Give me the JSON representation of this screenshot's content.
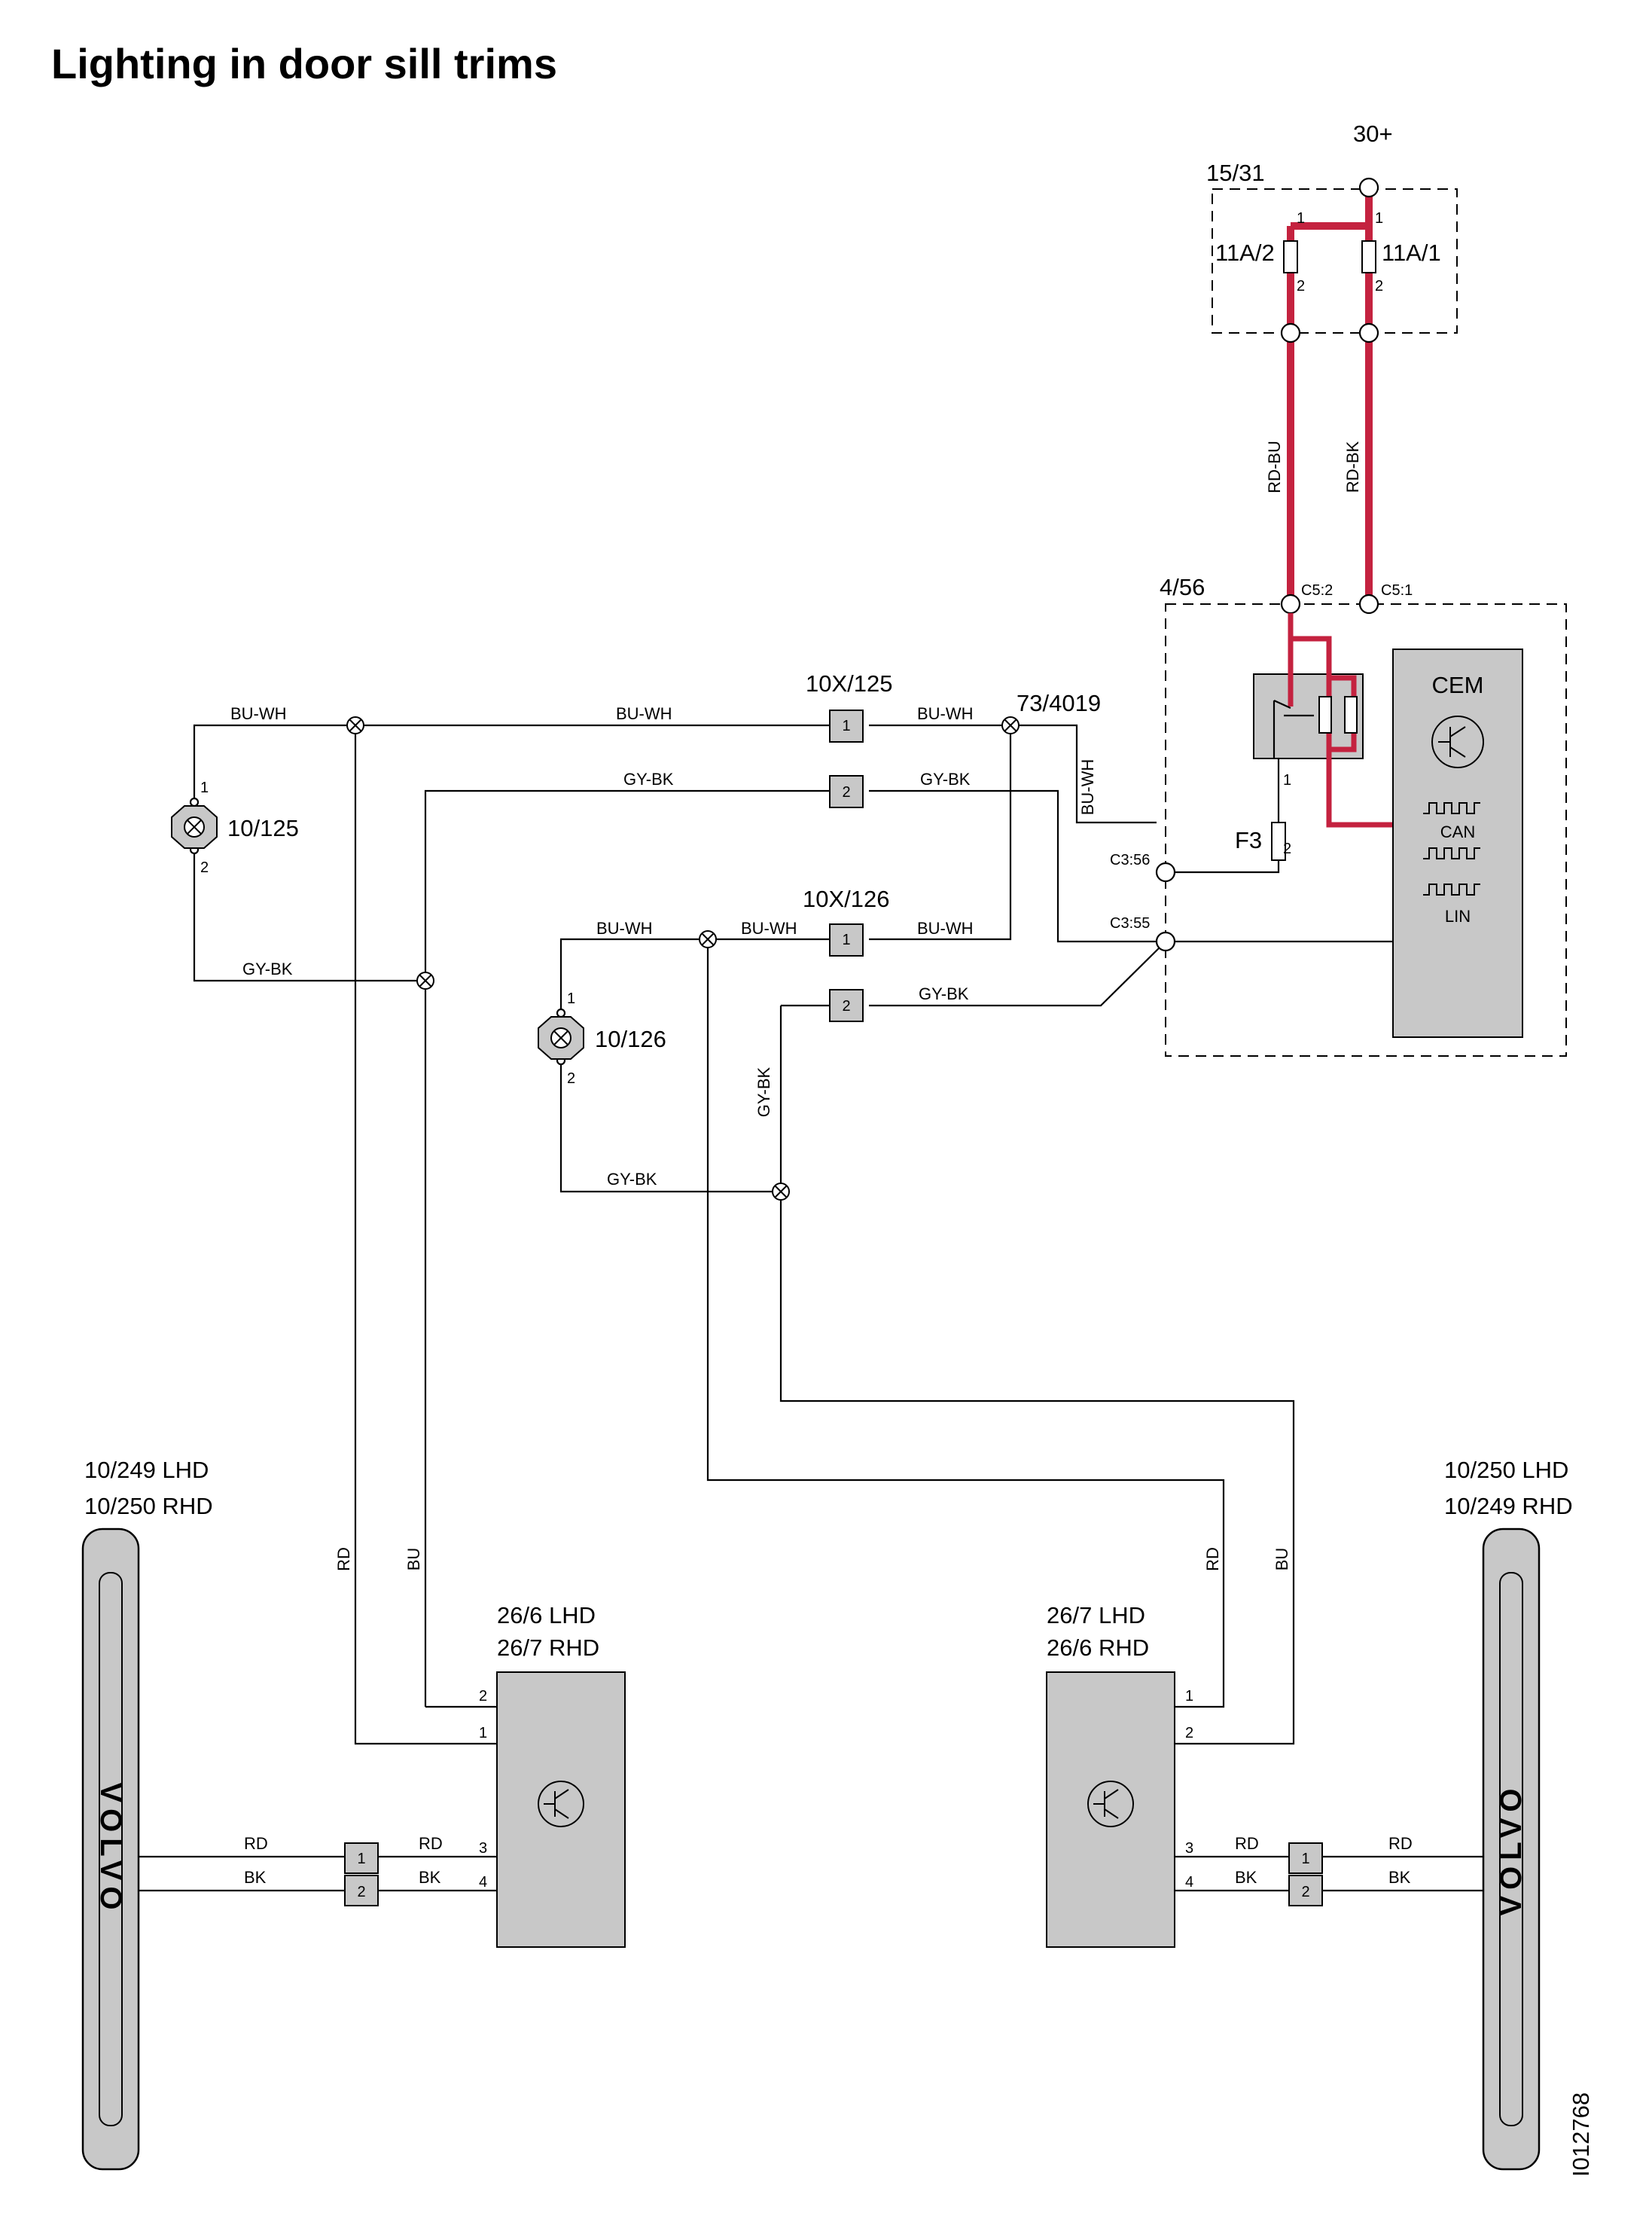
{
  "title": "Lighting in door sill trims",
  "doc_id": "I012768",
  "supply": {
    "label": "30+"
  },
  "fusebox": {
    "label": "15/31",
    "fuse_left": "11A/2",
    "fuse_right": "11A/1",
    "pin1": "1",
    "pin2": "2"
  },
  "wires": {
    "rd_bu": "RD-BU",
    "rd_bk": "RD-BK",
    "bu_wh": "BU-WH",
    "gy_bk": "GY-BK",
    "rd": "RD",
    "bu": "BU",
    "bk": "BK"
  },
  "cem_module": {
    "label": "4/56",
    "name": "CEM",
    "can": "CAN",
    "lin": "LIN",
    "fuse": "F3",
    "c5_2": "C5:2",
    "c5_1": "C5:1",
    "c3_56": "C3:56",
    "c3_55": "C3:55",
    "f3_pin1": "1",
    "f3_pin2": "2"
  },
  "connector_125": {
    "label": "10X/125",
    "pin1": "1",
    "pin2": "2"
  },
  "connector_126": {
    "label": "10X/126",
    "pin1": "1",
    "pin2": "2"
  },
  "splice": {
    "label": "73/4019"
  },
  "lamp_125": {
    "label": "10/125",
    "pin1": "1",
    "pin2": "2"
  },
  "lamp_126": {
    "label": "10/126",
    "pin1": "1",
    "pin2": "2"
  },
  "left_trim": {
    "line1": "10/249 LHD",
    "line2": "10/250 RHD",
    "logo": "VOLVO"
  },
  "right_trim": {
    "line1": "10/250 LHD",
    "line2": "10/249 RHD",
    "logo": "VOLVO"
  },
  "left_module": {
    "line1": "26/6 LHD",
    "line2": "26/7 RHD",
    "pin1": "1",
    "pin2": "2",
    "pin3": "3",
    "pin4": "4",
    "conn_pin1": "1",
    "conn_pin2": "2"
  },
  "right_module": {
    "line1": "26/7 LHD",
    "line2": "26/6 RHD",
    "pin1": "1",
    "pin2": "2",
    "pin3": "3",
    "pin4": "4",
    "conn_pin1": "1",
    "conn_pin2": "2"
  }
}
